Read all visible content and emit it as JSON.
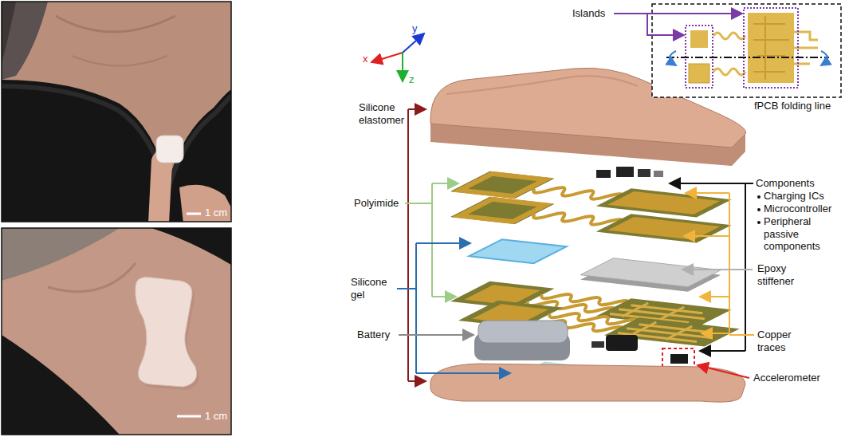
{
  "diagram": {
    "labels": [
      "1 cm",
      "1 cm",
      "x",
      "y",
      "z",
      "Islands",
      "fPCB folding line",
      "Silicone elastomer",
      "Polyimide",
      "Silicone gel",
      "Battery",
      "Components",
      "Charging ICs",
      "Microcontroller",
      "Peripheral passive components",
      "Epoxy stiffener",
      "Copper traces",
      "Accelerometer"
    ]
  }
}
